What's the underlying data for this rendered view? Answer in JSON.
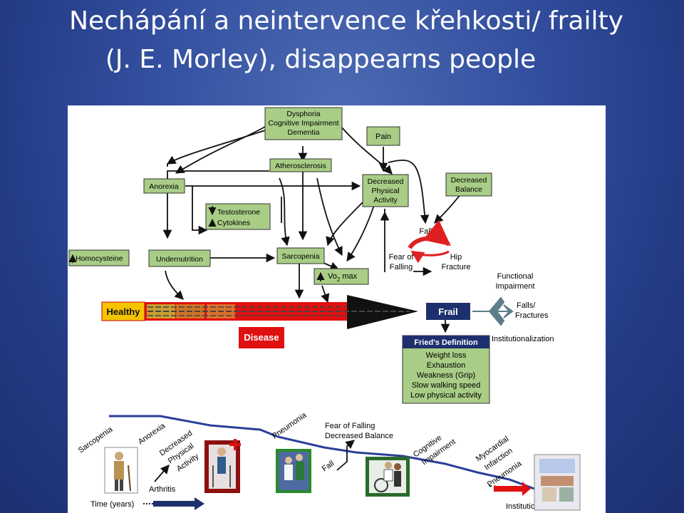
{
  "slide": {
    "title_line1": "Nechápání a neintervence křehkosti/ frailty",
    "title_line2": "(J. E. Morley), disappearns people"
  },
  "diagram": {
    "box_dysphoria": [
      "Dysphoria",
      "Cognitive Impairment",
      "Dementia"
    ],
    "box_pain": "Pain",
    "box_atherosclerosis": "Atherosclerosis",
    "box_anorexia": "Anorexia",
    "box_decreased_activity": [
      "Decreased",
      "Physical",
      "Activity"
    ],
    "box_decreased_balance": [
      "Decreased",
      "Balance"
    ],
    "box_testosterone": [
      "Testosterone",
      "Cytokines"
    ],
    "label_falls": "Falls",
    "label_fear_of_falling": [
      "Fear of",
      "Falling"
    ],
    "label_hip_fracture": [
      "Hip",
      "Fracture"
    ],
    "box_homocysteine": "Homocysteine",
    "box_undernutrition": "Undernutrition",
    "box_sarcopenia": "Sarcopenia",
    "box_vo2max": [
      "Vo",
      "2",
      " max"
    ],
    "label_functional_impairment": [
      "Functional",
      "Impairment"
    ],
    "label_healthy": "Healthy",
    "label_frail": "Frail",
    "label_falls_fractures": [
      "Falls/",
      "Fractures"
    ],
    "label_institutionalization": "Institutionalization",
    "label_disease": "Disease",
    "frieds_title": "Fried's Definition",
    "frieds_items": [
      "Weight loss",
      "Exhaustion",
      "Weakness (Grip)",
      "Slow walking speed",
      "Low physical activity"
    ]
  },
  "timeline": {
    "labels": {
      "sarcopenia": "Sarcopenia",
      "anorexia": "Anorexia",
      "decreased_physical_activity": [
        "Decreased",
        "Physical",
        "Activity"
      ],
      "pneumonia1": "Pneumonia",
      "fear_of_falling": "Fear of Falling",
      "decreased_balance": "Decreased Balance",
      "fall": "Fall",
      "cognitive_impairment": [
        "Cognitive",
        "Impairment"
      ],
      "myocardial_infarction": [
        "Myocardial",
        "Infarction"
      ],
      "pneumonia2": "Pneumonia",
      "arthritis": "Arthritis",
      "time": "Time (years)",
      "institutionalization": "Institutionalization"
    }
  }
}
